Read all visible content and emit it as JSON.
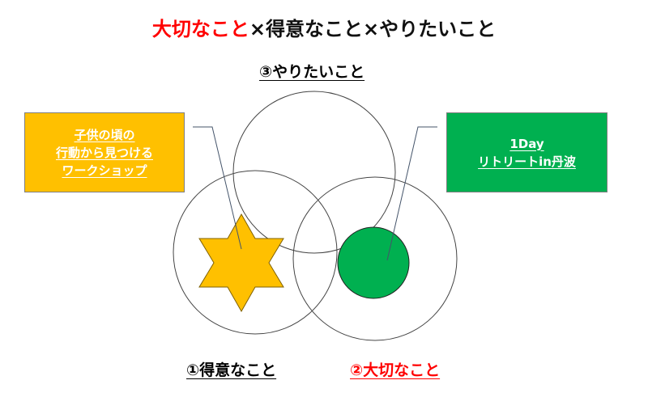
{
  "title": {
    "part1": "大切なこと",
    "part2": "×得意なこと×やりたいこと"
  },
  "labels": {
    "circle3": "③やりたいこと",
    "circle1": "①得意なこと",
    "circle2": "②大切なこと"
  },
  "callouts": {
    "left": {
      "lines": [
        "子供の頃の",
        "行動から見つける",
        "ワークショップ"
      ]
    },
    "right": {
      "lines": [
        "1Day",
        "リトリートin丹波"
      ]
    }
  },
  "colors": {
    "orange": "#FFC000",
    "green": "#00B050",
    "red": "#FF0000"
  }
}
